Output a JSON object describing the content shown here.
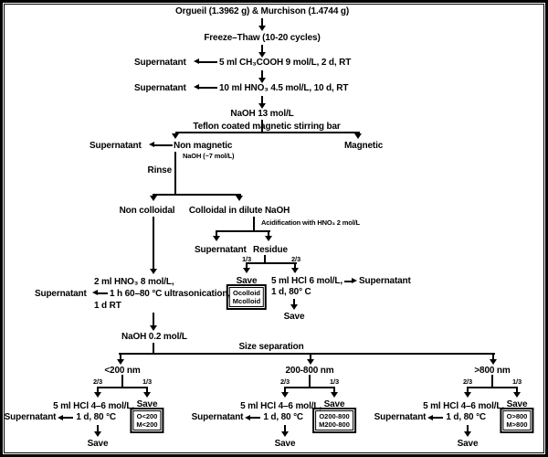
{
  "title": "Orgueil (1.3962 g) & Murchison (1.4744 g)",
  "labels": {
    "supernatant": "Supernatant",
    "save": "Save",
    "freeze_thaw": "Freeze–Thaw (10-20 cycles)",
    "acetic_step": "5 ml CH₃COOH 9 mol/L, 2 d, RT",
    "nitric_step": "10 ml HNO₃ 4.5 mol/L, 10 d, RT",
    "naoh_13": "NaOH 13 mol/L",
    "stir_bar": "Teflon coated magnetic stirring bar",
    "non_magnetic": "Non magnetic",
    "magnetic": "Magnetic",
    "naoh_7": "NaOH (~7 mol/L)",
    "rinse": "Rinse",
    "non_colloidal": "Non colloidal",
    "colloidal": "Colloidal in dilute NaOH",
    "acidification": "Acidification with HNO₃ 2 mol/L",
    "residue": "Residue",
    "one_third": "1/3",
    "two_thirds": "2/3",
    "hcl6_line1": "5 ml HCl 6 mol/L,",
    "hcl6_line2": "1 d, 80° C",
    "colloid_box_line1": "Ocolloid",
    "colloid_box_line2": "Mcolloid",
    "hno3_8_line1": "2 ml HNO₃ 8 mol/L,",
    "hno3_8_line2": "1 h 60–80 °C ultrasonication,",
    "hno3_8_line3": "1 d RT",
    "naoh_02": "NaOH 0.2 mol/L",
    "size_separation": "Size separation",
    "hcl46": "5 ml HCl 4–6 mol/L,",
    "one_day_80": "1 d, 80 °C"
  },
  "branches": [
    {
      "size": "<200 nm",
      "box_line1": "O<200",
      "box_line2": "M<200"
    },
    {
      "size": "200-800 nm",
      "box_line1": "O200-800",
      "box_line2": "M200-800"
    },
    {
      "size": ">800 nm",
      "box_line1": "O>800",
      "box_line2": "M>800"
    }
  ]
}
